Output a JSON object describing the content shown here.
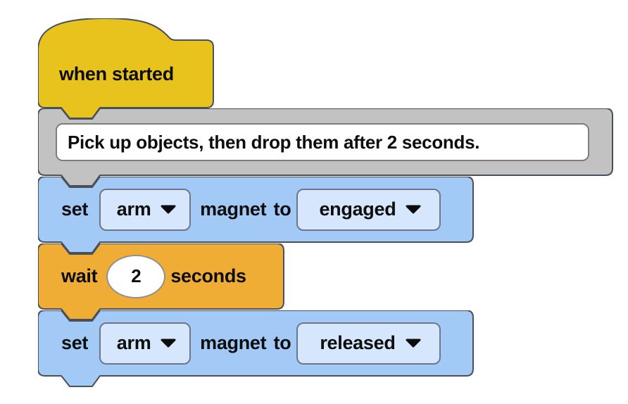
{
  "colors": {
    "canvas_bg": "#ffffff",
    "hat_yellow": "#e8c31e",
    "comment_gray": "#c2c2c2",
    "block_blue": "#a3c9f7",
    "pill_blue": "#d6e6fc",
    "block_orange": "#f0ad36",
    "field_white": "#ffffff",
    "text_black": "#0d0d0d"
  },
  "blocks": {
    "when_started": {
      "label": "when started"
    },
    "comment": {
      "text": "Pick up objects, then drop them after 2 seconds."
    },
    "set_magnet_1": {
      "verb": "set",
      "device": "arm",
      "label": "magnet to",
      "value": "engaged"
    },
    "wait": {
      "verb": "wait",
      "duration": "2",
      "unit": "seconds"
    },
    "set_magnet_2": {
      "verb": "set",
      "device": "arm",
      "label": "magnet to",
      "value": "released"
    }
  }
}
